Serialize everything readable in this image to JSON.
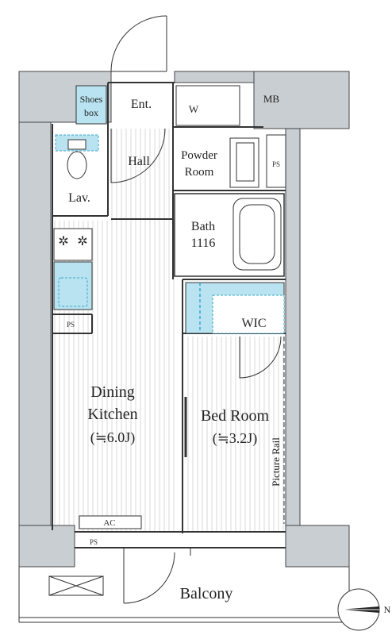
{
  "rooms": {
    "shoes_box_line1": "Shoes",
    "shoes_box_line2": "box",
    "entrance": "Ent.",
    "washer": "W",
    "meter_box": "MB",
    "hall": "Hall",
    "powder_room_line1": "Powder",
    "powder_room_line2": "Room",
    "ps_powder": "PS",
    "lavatory": "Lav.",
    "bath_line1": "Bath",
    "bath_line2": "1116",
    "ps_kitchen": "PS",
    "wic": "WIC",
    "dining_line1": "Dining",
    "dining_line2": "Kitchen",
    "dining_line3": "(≒6.0J)",
    "bedroom_line1": "Bed Room",
    "bedroom_line2": "(≒3.2J)",
    "picture_rail": "Picture Rail",
    "ac": "AC",
    "ps_bottom": "PS",
    "balcony": "Balcony"
  },
  "compass": {
    "north_label": "N"
  },
  "colors": {
    "wall": "#c9ced3",
    "line": "#333333",
    "fixture_blue": "#b9e3f0",
    "dashed_blue": "#3aa6c8"
  }
}
